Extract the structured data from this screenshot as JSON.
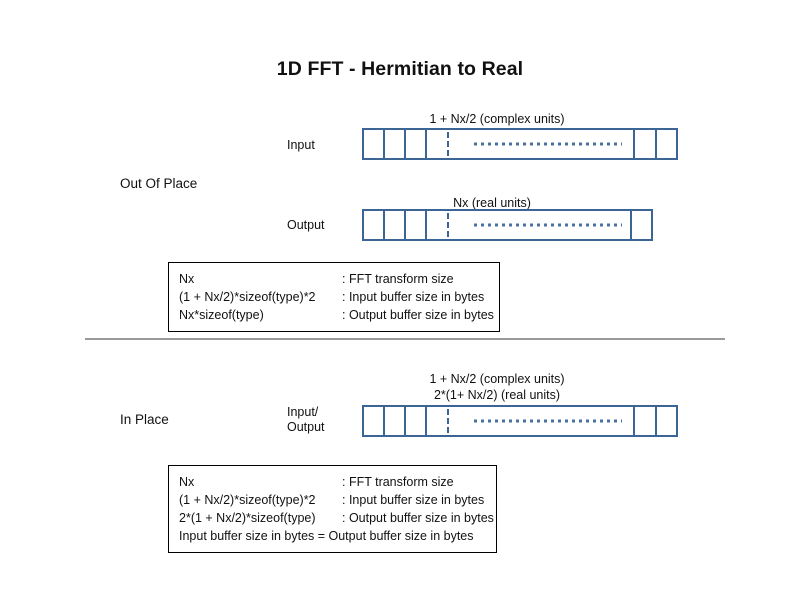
{
  "slide": {
    "title": "1D FFT - Hermitian to Real",
    "background_color": "#ffffff",
    "buffer_border_color": "#3a6595",
    "separator_color": "#9a9a9a",
    "legend_border_color": "#000000"
  },
  "sections": {
    "out_of_place": {
      "label": "Out Of Place",
      "rows": [
        {
          "io_label": "Input",
          "caption": "1 + Nx/2 (complex units)"
        },
        {
          "io_label": "Output",
          "caption": "Nx (real units)"
        }
      ],
      "legend": {
        "rows": [
          {
            "term": "Nx",
            "desc": ": FFT transform size"
          },
          {
            "term": "(1 + Nx/2)*sizeof(type)*2",
            "desc": ": Input buffer size in bytes"
          },
          {
            "term": "Nx*sizeof(type)",
            "desc": ": Output buffer size in bytes"
          }
        ]
      }
    },
    "in_place": {
      "label": "In Place",
      "rows": [
        {
          "io_label_line1": "Input/",
          "io_label_line2": "Output",
          "caption_line1": "1 + Nx/2 (complex units)",
          "caption_line2": "2*(1+ Nx/2) (real units)"
        }
      ],
      "legend": {
        "rows": [
          {
            "term": "Nx",
            "desc": ": FFT transform size"
          },
          {
            "term": "(1 + Nx/2)*sizeof(type)*2",
            "desc": ": Input buffer size in bytes"
          },
          {
            "term": "2*(1 + Nx/2)*sizeof(type)",
            "desc": ": Output buffer size in bytes"
          }
        ],
        "note": "Input buffer size in bytes = Output buffer size in bytes"
      }
    }
  }
}
